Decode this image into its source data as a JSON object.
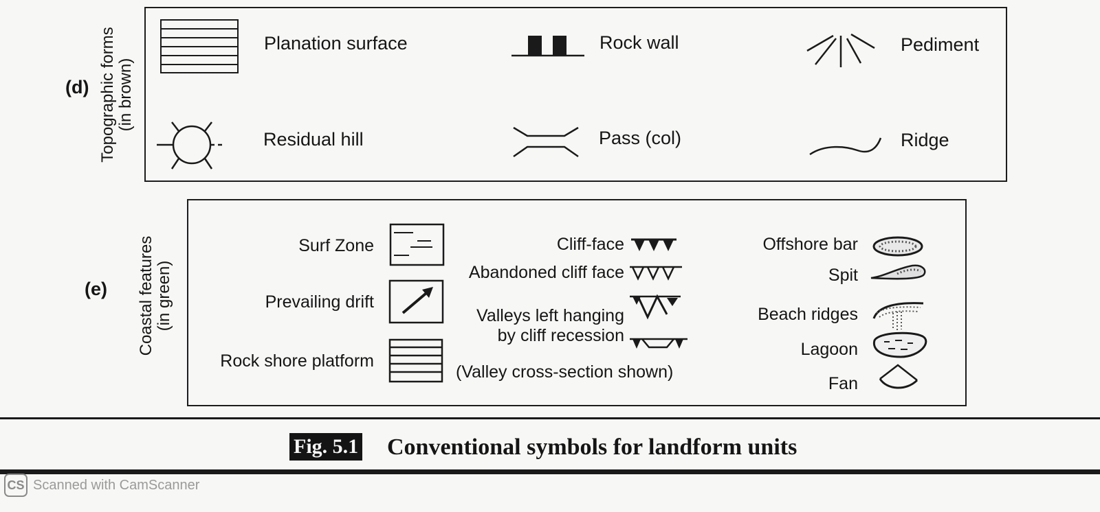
{
  "section_d": {
    "letter": "(d)",
    "side_label_line1": "Topographic forms",
    "side_label_line2": "(in brown)",
    "items": {
      "planation": "Planation surface",
      "rockwall": "Rock wall",
      "pediment": "Pediment",
      "residual": "Residual hill",
      "pass": "Pass (col)",
      "ridge": "Ridge"
    }
  },
  "section_e": {
    "letter": "(e)",
    "side_label_line1": "Coastal features",
    "side_label_line2": "(in green)",
    "items": {
      "surf": "Surf Zone",
      "drift": "Prevailing drift",
      "rockshore": "Rock shore platform",
      "cliff": "Cliff-face",
      "abandoned": "Abandoned cliff face",
      "valleys_line1": "Valleys left hanging",
      "valleys_line2": "by cliff recession",
      "cross_section": "(Valley cross-section shown)",
      "offshore": "Offshore bar",
      "spit": "Spit",
      "beach": "Beach ridges",
      "lagoon": "Lagoon",
      "fan": "Fan"
    }
  },
  "caption": {
    "tag": "Fig. 5.1",
    "title": "Conventional symbols for landform units"
  },
  "watermark": {
    "badge": "CS",
    "text": "Scanned with CamScanner"
  }
}
